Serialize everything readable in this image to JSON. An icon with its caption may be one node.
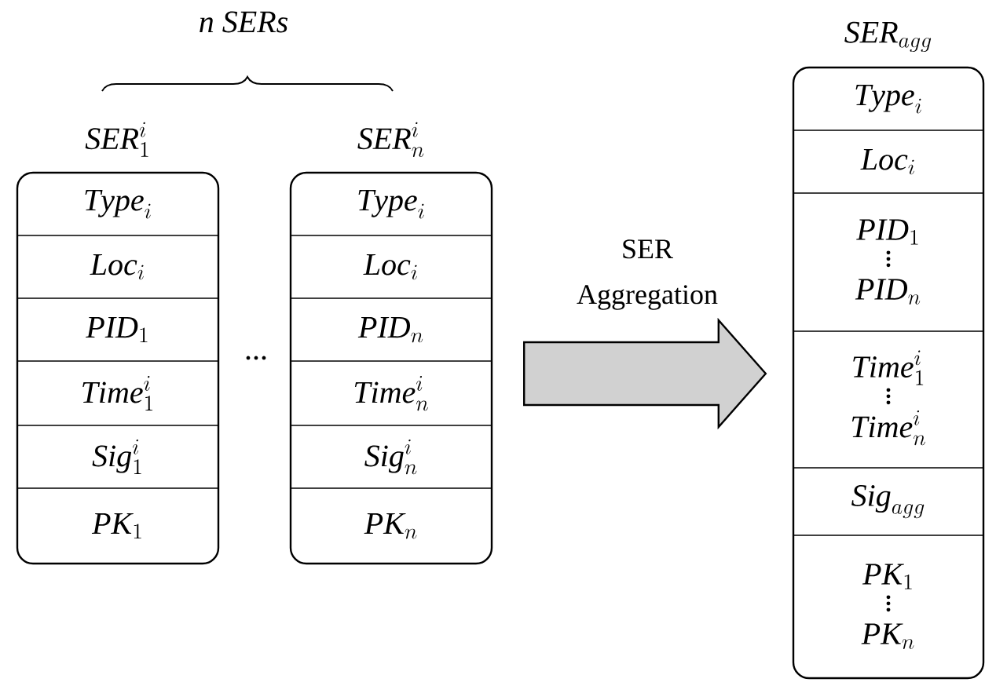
{
  "diagram": {
    "nodes": [
      {
        "text": [
          "\\mathit{SER}_{1}^{i}"
        ]
      },
      {
        "text": [
          "\\mathit{Type}_{i}"
        ],
        "in": 0
      },
      {
        "text": [
          "\\mathit{Loc}_{i}"
        ],
        "in": 0
      },
      {
        "text": [
          "\\mathit{PID}_{1}"
        ],
        "in": 0
      },
      {
        "text": [
          "\\mathit{Time}_{1}^{i}"
        ],
        "in": 0
      },
      {
        "text": [
          "\\mathit{Sig}_{1}^{i}"
        ],
        "in": 0
      },
      {
        "text": [
          "\\mathit{PK}_{1}"
        ],
        "in": 0
      },
      {
        "text": [
          "\\mathit{SER}_{n}^{i}"
        ]
      },
      {
        "text": [
          "\\mathit{Type}_{i}"
        ],
        "in": 7
      },
      {
        "text": [
          "\\mathit{Loc}_{i}"
        ],
        "in": 7
      },
      {
        "text": [
          "\\mathit{PID}_{n}"
        ],
        "in": 7
      },
      {
        "text": [
          "\\mathit{Time}_{n}^{i}"
        ],
        "in": 7
      },
      {
        "text": [
          "\\mathit{Sig}_{n}^{i}"
        ],
        "in": 7
      },
      {
        "text": [
          "\\mathit{PK}_{n}"
        ],
        "in": 7
      },
      {
        "text": [
          "\\mathit{SER}_{agg}"
        ]
      },
      {
        "text": [
          "\\mathit{Type}_{i}"
        ],
        "in": 14
      },
      {
        "text": [
          "\\mathit{Loc}_{i}"
        ],
        "in": 14
      },
      {
        "text": [
          "\\begin{array}{c}\\mathit{PID}_{1}\\\\[-7pt]\\vdots\\\\[-3pt]\\mathit{PID}_{n}\\end{array}"
        ],
        "in": 14
      },
      {
        "text": [
          "\\begin{array}{c}\\mathit{Time}_{1}^{i}\\\\[-7pt]\\vdots\\\\[-3pt]\\mathit{Time}_{n}^{i}\\end{array}"
        ],
        "in": 14
      },
      {
        "text": [
          "\\mathit{Sig}_{agg}"
        ],
        "in": 14
      },
      {
        "text": [
          "\\begin{array}{c}\\mathit{PK}_{1}\\\\[-7pt]\\vdots\\\\[-3pt]\\mathit{PK}_{n}\\end{array}"
        ],
        "in": 14
      }
    ],
    "edges": [
      {
        "from": 7,
        "to": 14,
        "arrow": "to",
        "label": "SER Aggregation"
      }
    ],
    "labels": [
      "n SERs",
      "..."
    ]
  }
}
